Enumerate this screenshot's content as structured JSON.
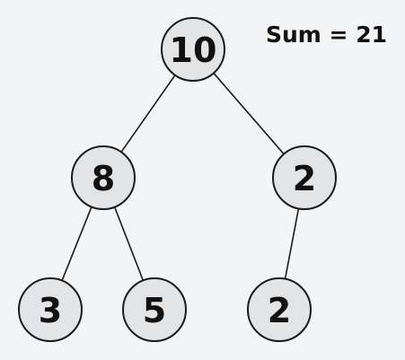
{
  "sum_label": "Sum = 21",
  "tree": {
    "nodes": [
      {
        "id": "root",
        "value": "10"
      },
      {
        "id": "left",
        "value": "8"
      },
      {
        "id": "right",
        "value": "2"
      },
      {
        "id": "left-left",
        "value": "3"
      },
      {
        "id": "left-right",
        "value": "5"
      },
      {
        "id": "right-left",
        "value": "2"
      }
    ],
    "edges": [
      {
        "from": "root",
        "to": "left"
      },
      {
        "from": "root",
        "to": "right"
      },
      {
        "from": "left",
        "to": "left-left"
      },
      {
        "from": "left",
        "to": "left-right"
      },
      {
        "from": "right",
        "to": "right-left"
      }
    ]
  }
}
